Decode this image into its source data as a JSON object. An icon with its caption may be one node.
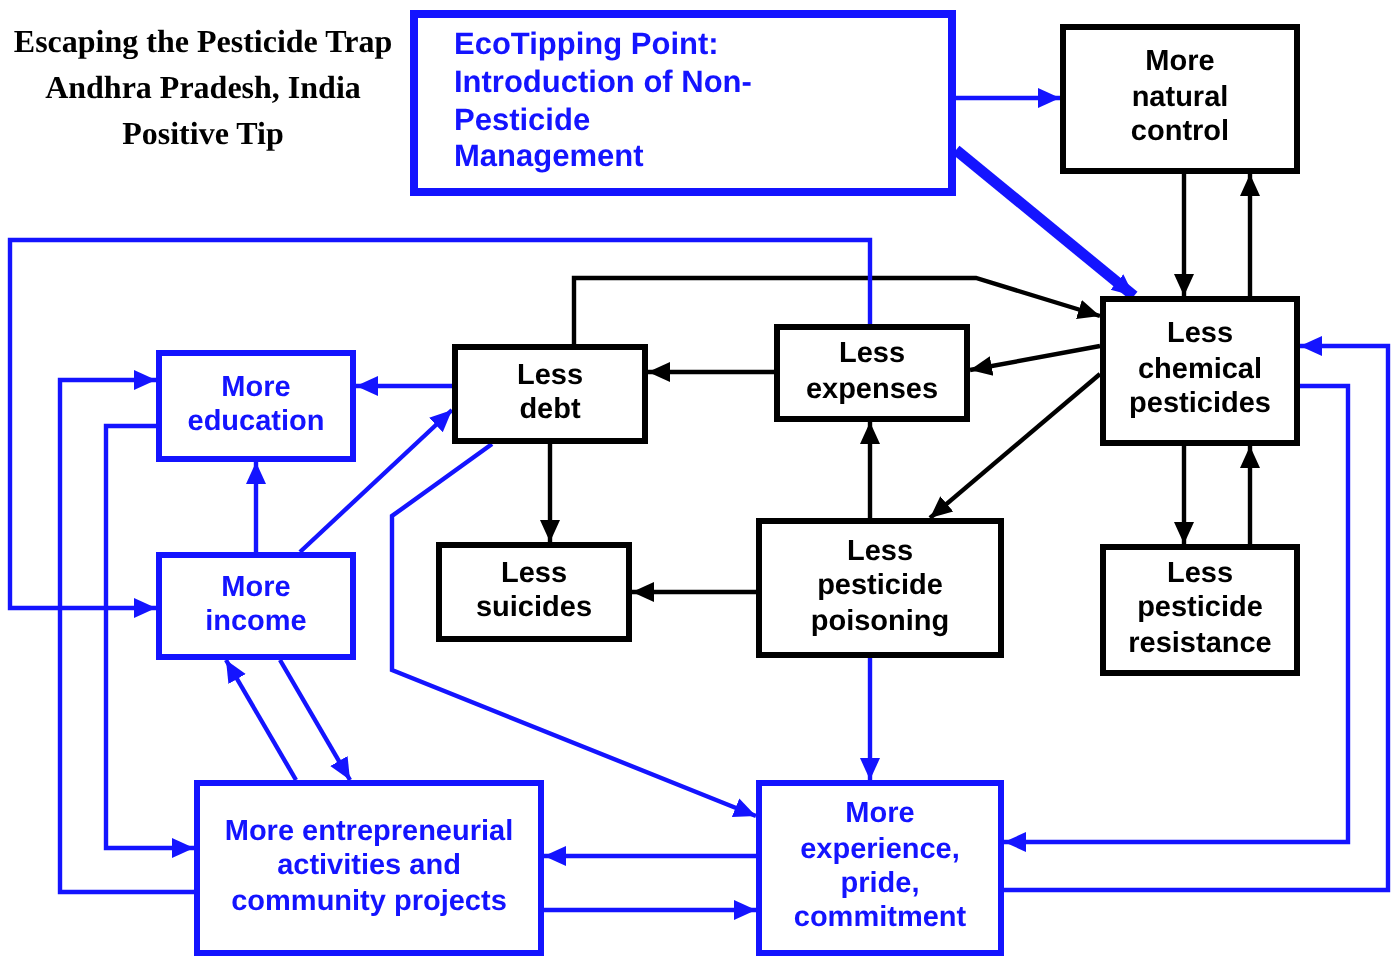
{
  "diagram": {
    "title": "Escaping the Pesticide Trap",
    "nodes": [
      {
        "text": [
          "EcoTipping Point: Introduction of Non-Pesticide Management"
        ]
      },
      {
        "text": [
          "More natural control"
        ]
      },
      {
        "text": [
          "Less chemical pesticides"
        ]
      },
      {
        "text": [
          "Less expenses"
        ]
      },
      {
        "text": [
          "Less debt"
        ]
      },
      {
        "text": [
          "More education"
        ]
      },
      {
        "text": [
          "Less suicides"
        ]
      },
      {
        "text": [
          "Less pesticide poisoning"
        ]
      },
      {
        "text": [
          "Less pesticide resistance"
        ]
      },
      {
        "text": [
          "More income"
        ]
      },
      {
        "text": [
          "More entrepreneurial activities and community projects"
        ]
      },
      {
        "text": [
          "More experience, pride, commitment"
        ]
      }
    ],
    "edges": [
      {
        "from": 0,
        "to": 1,
        "arrow": "to"
      },
      {
        "from": 0,
        "to": 2,
        "arrow": "to",
        "style": "thick"
      },
      {
        "from": 1,
        "to": 2,
        "arrow": "to",
        "color": "#000000"
      },
      {
        "from": 2,
        "to": 1,
        "arrow": "to",
        "color": "#000000"
      },
      {
        "from": 2,
        "to": 3,
        "arrow": "to",
        "color": "#000000"
      },
      {
        "from": 4,
        "to": 2,
        "arrow": "to",
        "color": "#000000"
      },
      {
        "from": 3,
        "to": 4,
        "arrow": "to",
        "color": "#000000"
      },
      {
        "from": 2,
        "to": 7,
        "arrow": "to",
        "color": "#000000"
      },
      {
        "from": 7,
        "to": 3,
        "arrow": "to",
        "color": "#000000"
      },
      {
        "from": 4,
        "to": 6,
        "arrow": "to",
        "color": "#000000"
      },
      {
        "from": 7,
        "to": 6,
        "arrow": "to",
        "color": "#000000"
      },
      {
        "from": 2,
        "to": 8,
        "arrow": "to",
        "color": "#000000"
      },
      {
        "from": 8,
        "to": 2,
        "arrow": "to",
        "color": "#000000"
      },
      {
        "from": 3,
        "to": 9,
        "arrow": "to"
      },
      {
        "from": 4,
        "to": 5,
        "arrow": "to"
      },
      {
        "from": 9,
        "to": 4,
        "arrow": "to"
      },
      {
        "from": 9,
        "to": 5,
        "arrow": "to"
      },
      {
        "from": 4,
        "to": 11,
        "arrow": "to"
      },
      {
        "from": 7,
        "to": 11,
        "arrow": "to"
      },
      {
        "from": 11,
        "to": 10,
        "arrow": "to"
      },
      {
        "from": 10,
        "to": 11,
        "arrow": "to"
      },
      {
        "from": 9,
        "to": 10,
        "arrow": "to"
      },
      {
        "from": 10,
        "to": 9,
        "arrow": "to"
      },
      {
        "from": 10,
        "to": 5,
        "arrow": "to"
      },
      {
        "from": 5,
        "to": 10,
        "arrow": "to"
      },
      {
        "from": 2,
        "to": 11,
        "arrow": "to"
      },
      {
        "from": 11,
        "to": 2,
        "arrow": "to"
      }
    ],
    "labels": [
      "Andhra Pradesh, India",
      "Positive Tip"
    ]
  }
}
